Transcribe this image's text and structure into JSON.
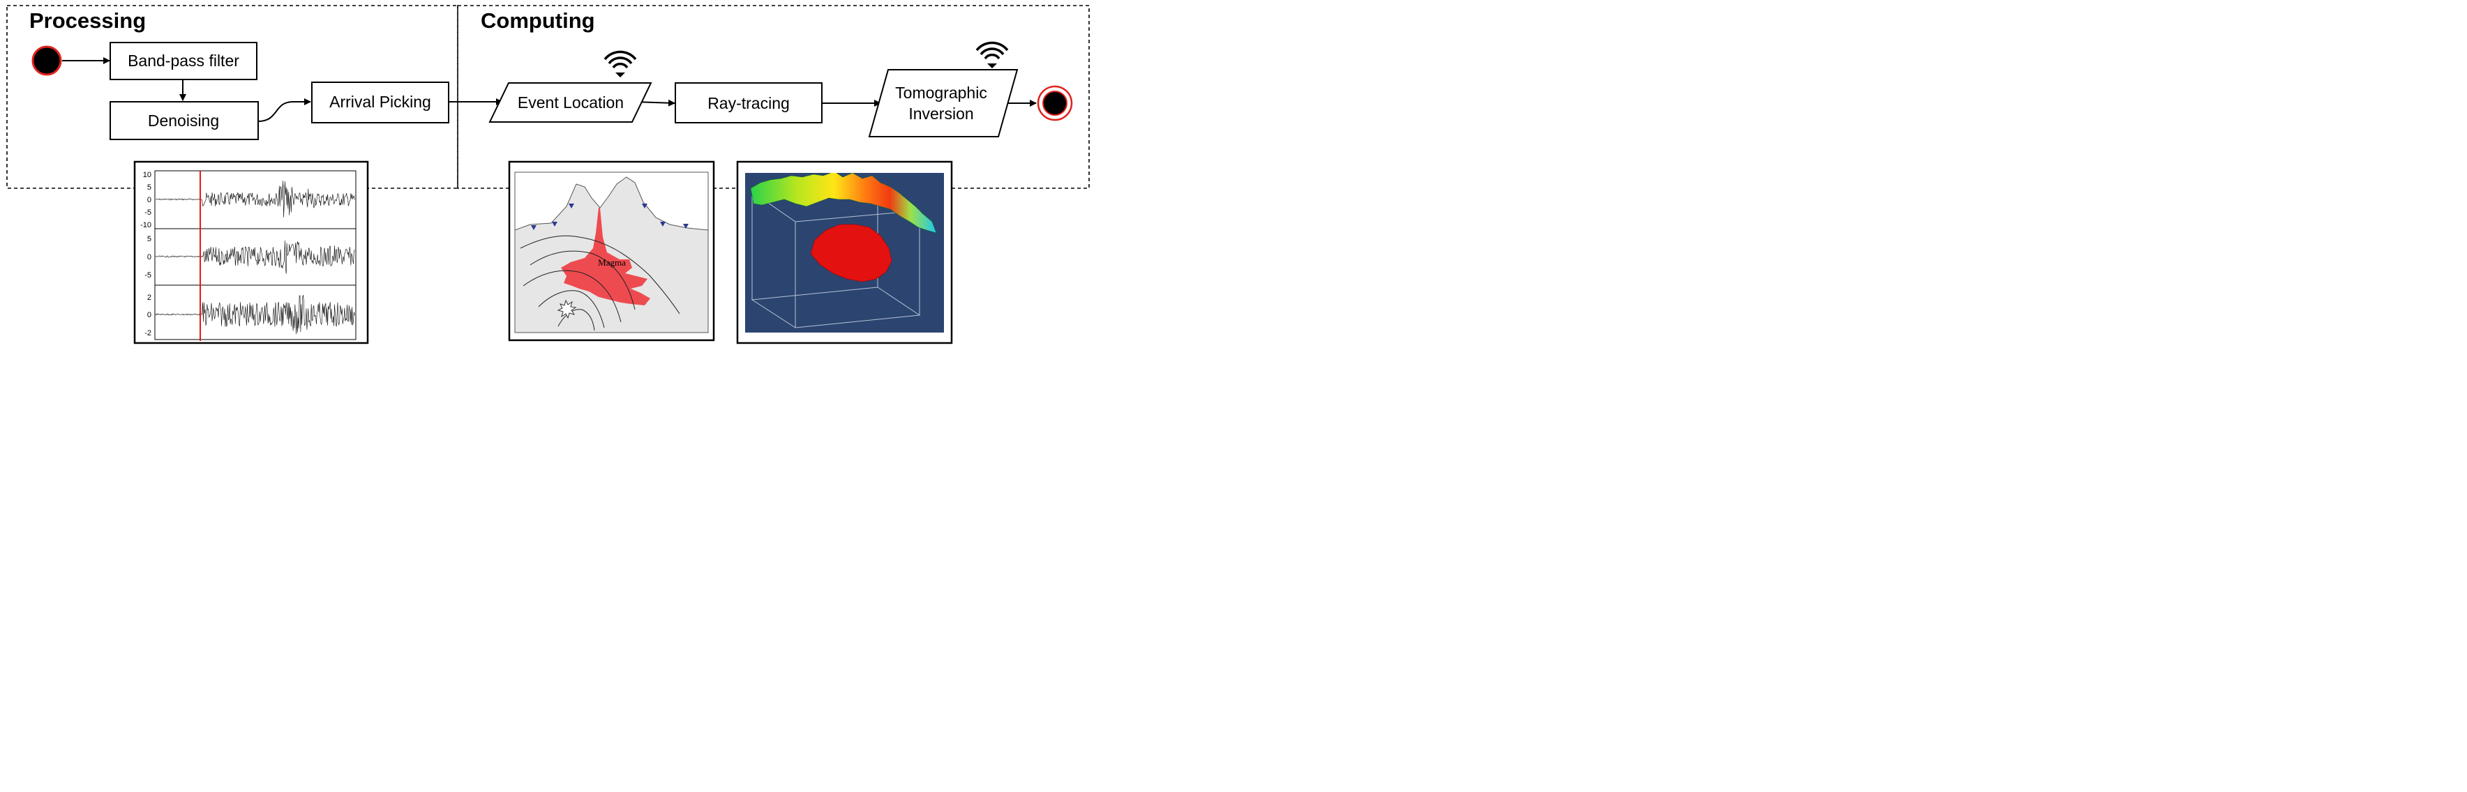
{
  "groups": {
    "processing": "Processing",
    "computing": "Computing"
  },
  "nodes": {
    "bandpass": "Band-pass filter",
    "denoising": "Denoising",
    "arrival": "Arrival Picking",
    "event_location": "Event Location",
    "raytracing": "Ray-tracing",
    "tomo_line1": "Tomographic",
    "tomo_line2": "Inversion"
  },
  "seismogram": {
    "trace1_ticks": [
      "10",
      "5",
      "0",
      "-5",
      "-10"
    ],
    "trace2_ticks": [
      "5",
      "0",
      "-5"
    ],
    "trace3_ticks": [
      "2",
      "0",
      "-2"
    ]
  },
  "volcano": {
    "magma_label": "Magma"
  },
  "icons": {
    "start": "start-node-icon",
    "end": "end-node-icon",
    "wireless": "wireless-signal-icon"
  },
  "colors": {
    "node_stroke": "#000000",
    "start_ring": "#e0221c",
    "pick_line": "#e31a1c",
    "magma": "#ee4b50",
    "crust": "#e6e6e6",
    "station": "#2a3990",
    "volume_bg": "#2b4570",
    "anomaly": "#e41111"
  }
}
